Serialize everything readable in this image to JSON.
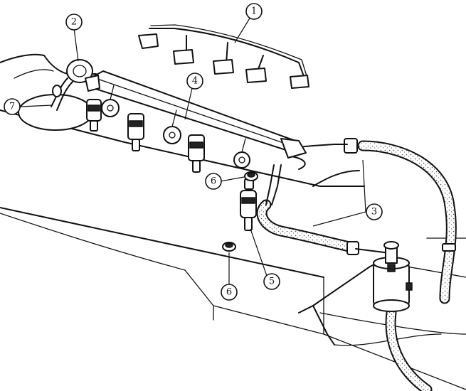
{
  "figure": {
    "colors": {
      "ink": "#111111",
      "paper": "#ffffff",
      "hose_speckle": "#555555"
    },
    "callouts": [
      {
        "id": "c1",
        "number": "1",
        "part": "wiring-harness"
      },
      {
        "id": "c2",
        "number": "2",
        "part": "pressure-regulator"
      },
      {
        "id": "c3",
        "number": "3",
        "part": "fuel-hoses"
      },
      {
        "id": "c4",
        "number": "4",
        "part": "fuel-rail"
      },
      {
        "id": "c5",
        "number": "5",
        "part": "fuel-injector"
      },
      {
        "id": "c6a",
        "number": "6",
        "part": "upper-seal"
      },
      {
        "id": "c6b",
        "number": "6",
        "part": "lower-seal"
      },
      {
        "id": "c7",
        "number": "7",
        "part": "vacuum-hose"
      }
    ]
  }
}
